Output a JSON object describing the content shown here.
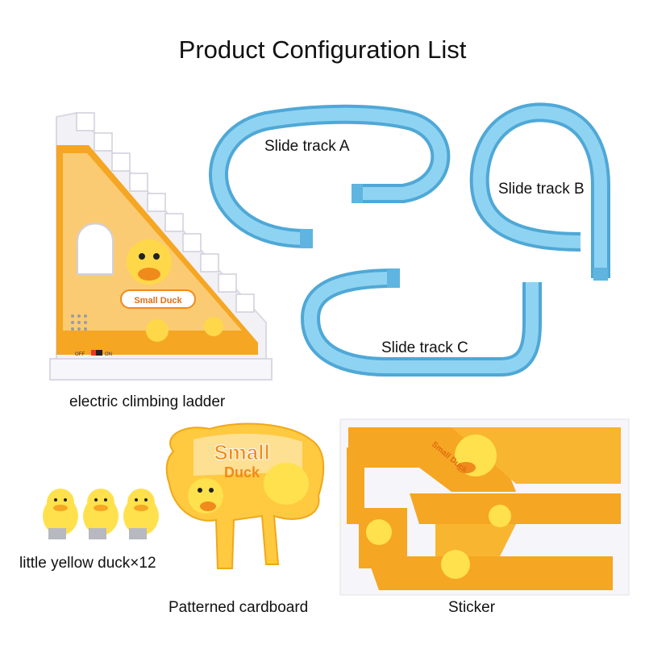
{
  "title": "Product Configuration List",
  "items": [
    {
      "label": "Slide track A"
    },
    {
      "label": "Slide track B"
    },
    {
      "label": "Slide track C"
    },
    {
      "label": "electric climbing ladder"
    },
    {
      "label": "little yellow duck×12"
    },
    {
      "label": "Patterned cardboard"
    },
    {
      "label": "Sticker"
    }
  ],
  "printed": {
    "ladder_badge": "Small Duck",
    "switch_off": "OFF",
    "switch_on": "ON",
    "card_top": "Small",
    "card_bottom": "Duck",
    "sticker_text": "Small Duck"
  },
  "colors": {
    "track": "#7cc8ec",
    "track_dark": "#4fa8d6",
    "orange": "#f5a623",
    "yellow": "#ffd84a",
    "cream": "#fde9b5",
    "ladder_white": "#f1f1f6"
  }
}
